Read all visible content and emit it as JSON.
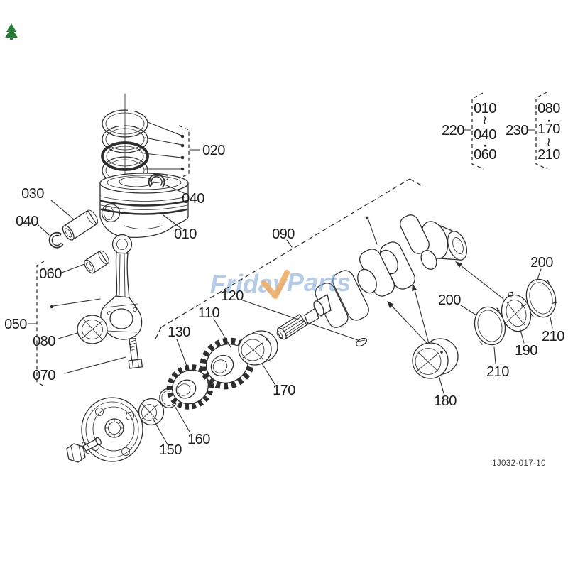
{
  "watermark": {
    "word1": "Friday",
    "word2": "Parts"
  },
  "footer": {
    "drawing_number": "1J032-017-10"
  },
  "callouts": {
    "c010": "010",
    "c020": "020",
    "c030": "030",
    "c040_top": "040",
    "c040_left": "040",
    "c050": "050",
    "c060": "060",
    "c070": "070",
    "c080": "080",
    "c090": "090",
    "c110": "110",
    "c120": "120",
    "c130": "130",
    "c150": "150",
    "c160": "160",
    "c170": "170",
    "c180": "180",
    "c190": "190",
    "c200_left": "200",
    "c200_right": "200",
    "c210_left": "210",
    "c210_right": "210"
  },
  "groups": {
    "g220": {
      "label": "220",
      "item1": "010",
      "sep1": "~",
      "item2": "040",
      "sep2": "·",
      "item3": "060"
    },
    "g230": {
      "label": "230",
      "item1": "080",
      "sep1": "·",
      "item2": "170",
      "sep2": "~",
      "item3": "210"
    }
  },
  "colors": {
    "line": "#2e2e2e",
    "watermark_blue": "#84aada",
    "watermark_orange": "#f0a95c",
    "badge_green": "#2a7a35"
  }
}
